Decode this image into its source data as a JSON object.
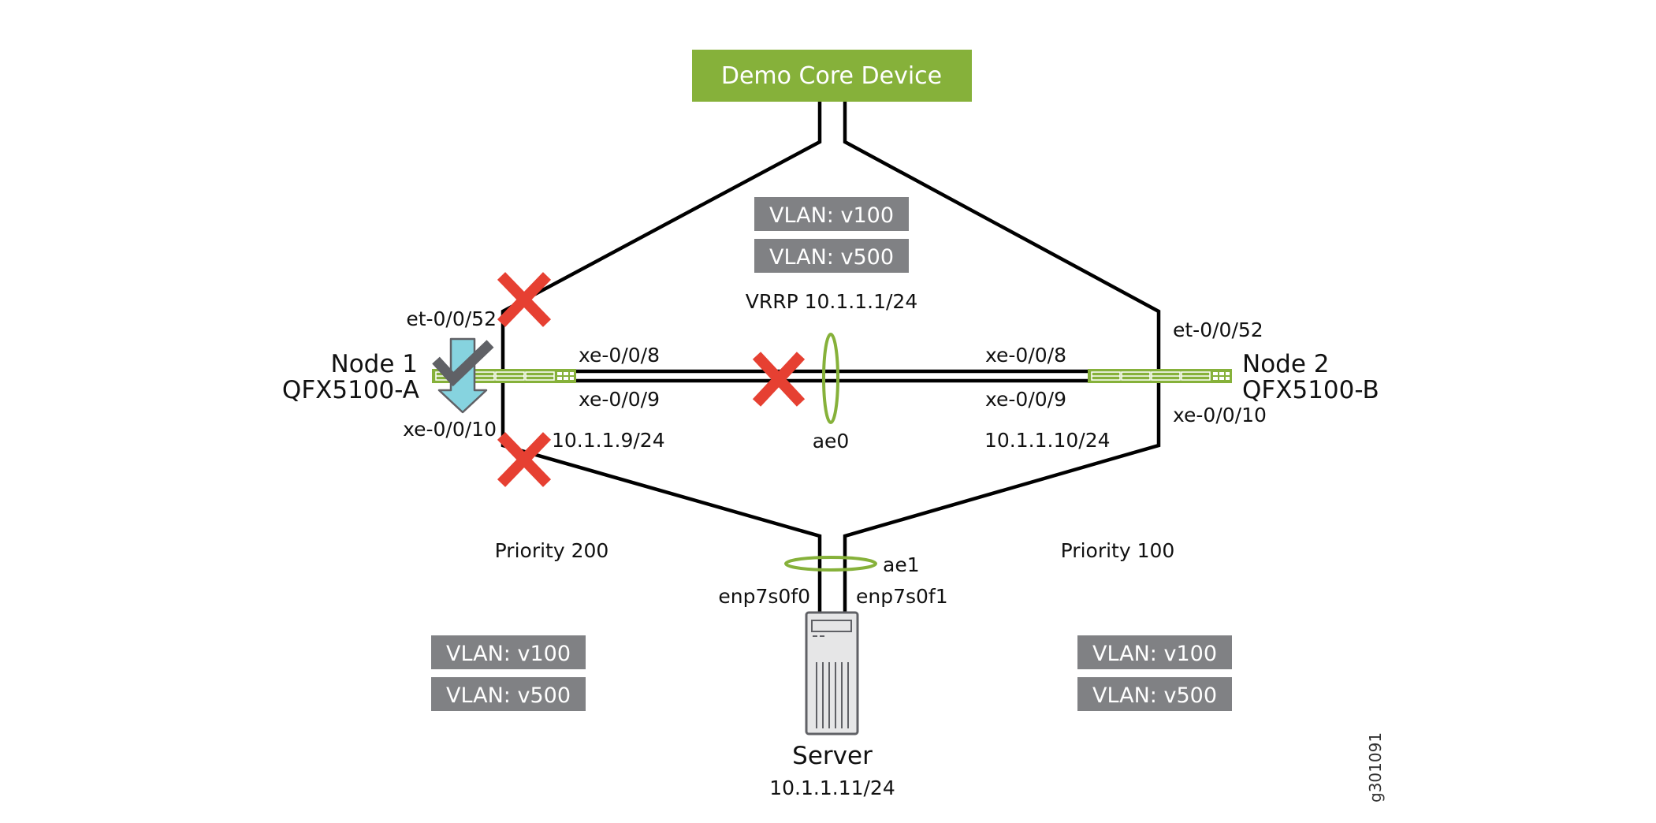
{
  "colors": {
    "device_green": "#86B13A",
    "vlan_gray": "#808184",
    "fail_red": "#E64032",
    "arrow_blue": "#86D3DF",
    "check_gray": "#606166",
    "line_black": "#000000"
  },
  "core_device": {
    "label": "Demo Core Device"
  },
  "core_vlans": [
    "VLAN: v100",
    "VLAN: v500"
  ],
  "vrrp": {
    "label": "VRRP 10.1.1.1/24"
  },
  "node1": {
    "name": "Node 1",
    "model": "QFX5100-A",
    "uplink_port": "et-0/0/52",
    "downlink_port": "xe-0/0/10",
    "ae_port_top": "xe-0/0/8",
    "ae_port_bottom": "xe-0/0/9",
    "ip": "10.1.1.9/24",
    "priority": "Priority 200",
    "vlans": [
      "VLAN: v100",
      "VLAN: v500"
    ]
  },
  "node2": {
    "name": "Node 2",
    "model": "QFX5100-B",
    "uplink_port": "et-0/0/52",
    "downlink_port": "xe-0/0/10",
    "ae_port_top": "xe-0/0/8",
    "ae_port_bottom": "xe-0/0/9",
    "ip": "10.1.1.10/24",
    "priority": "Priority 100",
    "vlans": [
      "VLAN: v100",
      "VLAN: v500"
    ]
  },
  "ae0": {
    "label": "ae0"
  },
  "ae1": {
    "label": "ae1"
  },
  "server": {
    "name": "Server",
    "ip": "10.1.1.11/24",
    "nic_left": "enp7s0f0",
    "nic_right": "enp7s0f1"
  },
  "figure_id": "g301091"
}
